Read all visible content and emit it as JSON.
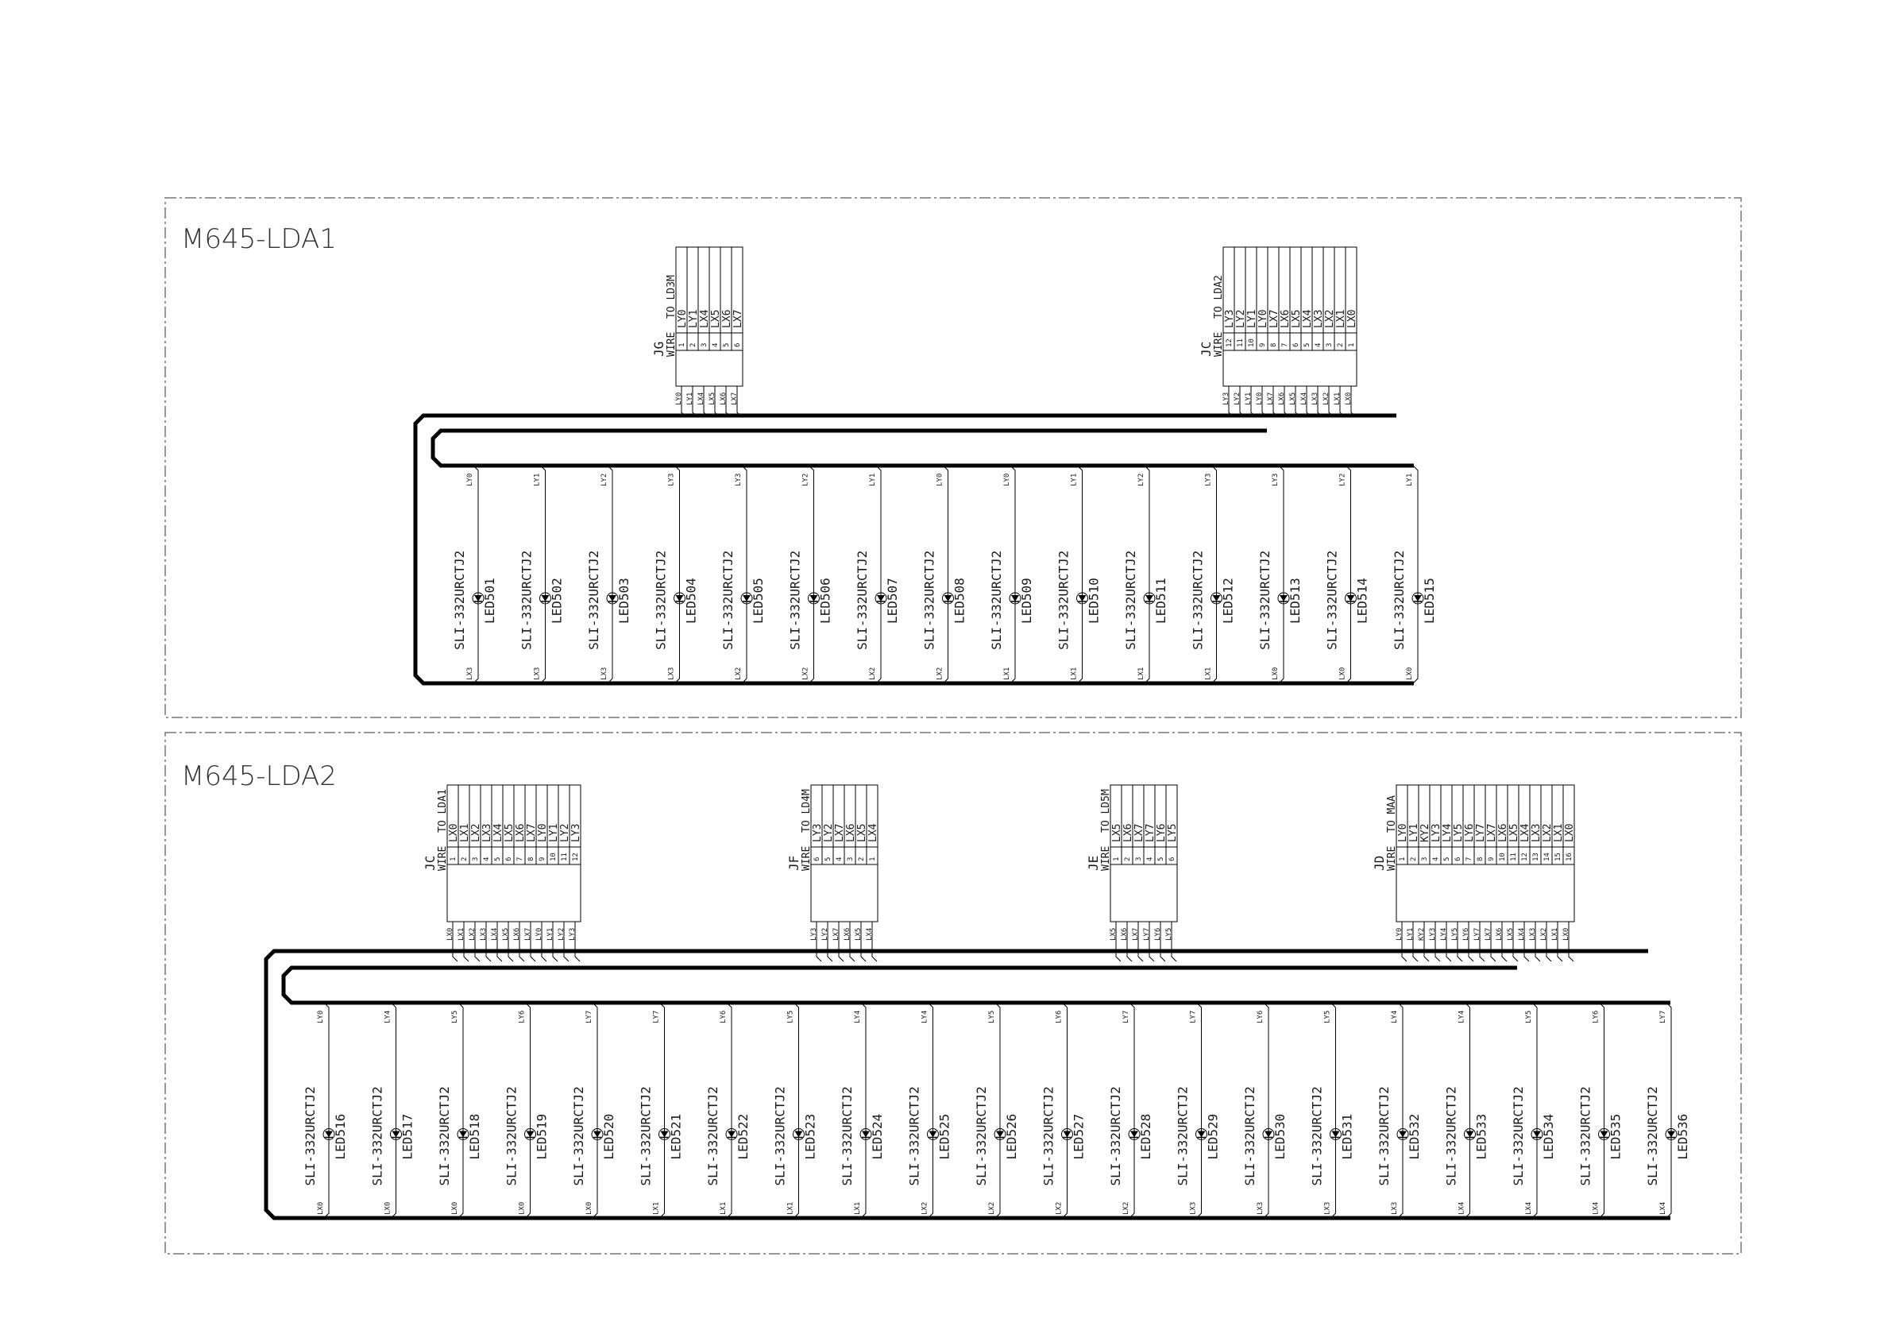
{
  "sections": [
    {
      "title": "M645-LDA1",
      "connectors": [
        {
          "ref": "JG",
          "type": "WIRE",
          "dest": "TO LD3M",
          "rows": [
            {
              "n": "1",
              "s": "LY0"
            },
            {
              "n": "2",
              "s": "LY1"
            },
            {
              "n": "3",
              "s": "LX4"
            },
            {
              "n": "4",
              "s": "LX5"
            },
            {
              "n": "5",
              "s": "LX6"
            },
            {
              "n": "6",
              "s": "LX7"
            }
          ]
        },
        {
          "ref": "JC",
          "type": "WIRE",
          "dest": "TO LDA2",
          "rows": [
            {
              "n": "12",
              "s": "LY3"
            },
            {
              "n": "11",
              "s": "LY2"
            },
            {
              "n": "10",
              "s": "LY1"
            },
            {
              "n": "9",
              "s": "LY0"
            },
            {
              "n": "8",
              "s": "LX7"
            },
            {
              "n": "7",
              "s": "LX6"
            },
            {
              "n": "6",
              "s": "LX5"
            },
            {
              "n": "5",
              "s": "LX4"
            },
            {
              "n": "4",
              "s": "LX3"
            },
            {
              "n": "3",
              "s": "LX2"
            },
            {
              "n": "2",
              "s": "LX1"
            },
            {
              "n": "1",
              "s": "LX0"
            }
          ]
        }
      ],
      "leds": [
        {
          "ref": "LED501",
          "part": "SLI-332URCTJ2",
          "top": "LY0",
          "bot": "LX3"
        },
        {
          "ref": "LED502",
          "part": "SLI-332URCTJ2",
          "top": "LY1",
          "bot": "LX3"
        },
        {
          "ref": "LED503",
          "part": "SLI-332URCTJ2",
          "top": "LY2",
          "bot": "LX3"
        },
        {
          "ref": "LED504",
          "part": "SLI-332URCTJ2",
          "top": "LY3",
          "bot": "LX3"
        },
        {
          "ref": "LED505",
          "part": "SLI-332URCTJ2",
          "top": "LY3",
          "bot": "LX2"
        },
        {
          "ref": "LED506",
          "part": "SLI-332URCTJ2",
          "top": "LY2",
          "bot": "LX2"
        },
        {
          "ref": "LED507",
          "part": "SLI-332URCTJ2",
          "top": "LY1",
          "bot": "LX2"
        },
        {
          "ref": "LED508",
          "part": "SLI-332URCTJ2",
          "top": "LY0",
          "bot": "LX2"
        },
        {
          "ref": "LED509",
          "part": "SLI-332URCTJ2",
          "top": "LY0",
          "bot": "LX1"
        },
        {
          "ref": "LED510",
          "part": "SLI-332URCTJ2",
          "top": "LY1",
          "bot": "LX1"
        },
        {
          "ref": "LED511",
          "part": "SLI-332URCTJ2",
          "top": "LY2",
          "bot": "LX1"
        },
        {
          "ref": "LED512",
          "part": "SLI-332URCTJ2",
          "top": "LY3",
          "bot": "LX1"
        },
        {
          "ref": "LED513",
          "part": "SLI-332URCTJ2",
          "top": "LY3",
          "bot": "LX0"
        },
        {
          "ref": "LED514",
          "part": "SLI-332URCTJ2",
          "top": "LY2",
          "bot": "LX0"
        },
        {
          "ref": "LED515",
          "part": "SLI-332URCTJ2",
          "top": "LY1",
          "bot": "LX0"
        }
      ]
    },
    {
      "title": "M645-LDA2",
      "connectors": [
        {
          "ref": "JC",
          "type": "WIRE",
          "dest": "TO LDA1",
          "rows": [
            {
              "n": "1",
              "s": "LX0"
            },
            {
              "n": "2",
              "s": "LX1"
            },
            {
              "n": "3",
              "s": "LX2"
            },
            {
              "n": "4",
              "s": "LX3"
            },
            {
              "n": "5",
              "s": "LX4"
            },
            {
              "n": "6",
              "s": "LX5"
            },
            {
              "n": "7",
              "s": "LX6"
            },
            {
              "n": "8",
              "s": "LX7"
            },
            {
              "n": "9",
              "s": "LY0"
            },
            {
              "n": "10",
              "s": "LY1"
            },
            {
              "n": "11",
              "s": "LY2"
            },
            {
              "n": "12",
              "s": "LY3"
            }
          ]
        },
        {
          "ref": "JF",
          "type": "WIRE",
          "dest": "TO LD4M",
          "rows": [
            {
              "n": "6",
              "s": "LY3"
            },
            {
              "n": "5",
              "s": "LY2"
            },
            {
              "n": "4",
              "s": "LX7"
            },
            {
              "n": "3",
              "s": "LX6"
            },
            {
              "n": "2",
              "s": "LX5"
            },
            {
              "n": "1",
              "s": "LX4"
            }
          ]
        },
        {
          "ref": "JE",
          "type": "WIRE",
          "dest": "TO LD5M",
          "rows": [
            {
              "n": "1",
              "s": "LX5"
            },
            {
              "n": "2",
              "s": "LX6"
            },
            {
              "n": "3",
              "s": "LX7"
            },
            {
              "n": "4",
              "s": "LY7"
            },
            {
              "n": "5",
              "s": "LY6"
            },
            {
              "n": "6",
              "s": "LY5"
            }
          ]
        },
        {
          "ref": "JD",
          "type": "WIRE",
          "dest": "TO MAA",
          "rows": [
            {
              "n": "1",
              "s": "LY0"
            },
            {
              "n": "2",
              "s": "LY1"
            },
            {
              "n": "3",
              "s": "KY2"
            },
            {
              "n": "4",
              "s": "LY3"
            },
            {
              "n": "5",
              "s": "LY4"
            },
            {
              "n": "6",
              "s": "LY5"
            },
            {
              "n": "7",
              "s": "LY6"
            },
            {
              "n": "8",
              "s": "LY7"
            },
            {
              "n": "9",
              "s": "LX7"
            },
            {
              "n": "10",
              "s": "LX6"
            },
            {
              "n": "11",
              "s": "LX5"
            },
            {
              "n": "12",
              "s": "LX4"
            },
            {
              "n": "13",
              "s": "LX3"
            },
            {
              "n": "14",
              "s": "LX2"
            },
            {
              "n": "15",
              "s": "LX1"
            },
            {
              "n": "16",
              "s": "LX0"
            }
          ]
        }
      ],
      "leds": [
        {
          "ref": "LED516",
          "part": "SLI-332URCTJ2",
          "top": "LY0",
          "bot": "LX0"
        },
        {
          "ref": "LED517",
          "part": "SLI-332URCTJ2",
          "top": "LY4",
          "bot": "LX0"
        },
        {
          "ref": "LED518",
          "part": "SLI-332URCTJ2",
          "top": "LY5",
          "bot": "LX0"
        },
        {
          "ref": "LED519",
          "part": "SLI-332URCTJ2",
          "top": "LY6",
          "bot": "LX0"
        },
        {
          "ref": "LED520",
          "part": "SLI-332URCTJ2",
          "top": "LY7",
          "bot": "LX0"
        },
        {
          "ref": "LED521",
          "part": "SLI-332URCTJ2",
          "top": "LY7",
          "bot": "LX1"
        },
        {
          "ref": "LED522",
          "part": "SLI-332URCTJ2",
          "top": "LY6",
          "bot": "LX1"
        },
        {
          "ref": "LED523",
          "part": "SLI-332URCTJ2",
          "top": "LY5",
          "bot": "LX1"
        },
        {
          "ref": "LED524",
          "part": "SLI-332URCTJ2",
          "top": "LY4",
          "bot": "LX1"
        },
        {
          "ref": "LED525",
          "part": "SLI-332URCTJ2",
          "top": "LY4",
          "bot": "LX2"
        },
        {
          "ref": "LED526",
          "part": "SLI-332URCTJ2",
          "top": "LY5",
          "bot": "LX2"
        },
        {
          "ref": "LED527",
          "part": "SLI-332URCTJ2",
          "top": "LY6",
          "bot": "LX2"
        },
        {
          "ref": "LED528",
          "part": "SLI-332URCTJ2",
          "top": "LY7",
          "bot": "LX2"
        },
        {
          "ref": "LED529",
          "part": "SLI-332URCTJ2",
          "top": "LY7",
          "bot": "LX3"
        },
        {
          "ref": "LED530",
          "part": "SLI-332URCTJ2",
          "top": "LY6",
          "bot": "LX3"
        },
        {
          "ref": "LED531",
          "part": "SLI-332URCTJ2",
          "top": "LY5",
          "bot": "LX3"
        },
        {
          "ref": "LED532",
          "part": "SLI-332URCTJ2",
          "top": "LY4",
          "bot": "LX3"
        },
        {
          "ref": "LED533",
          "part": "SLI-332URCTJ2",
          "top": "LY4",
          "bot": "LX4"
        },
        {
          "ref": "LED534",
          "part": "SLI-332URCTJ2",
          "top": "LY5",
          "bot": "LX4"
        },
        {
          "ref": "LED535",
          "part": "SLI-332URCTJ2",
          "top": "LY6",
          "bot": "LX4"
        },
        {
          "ref": "LED536",
          "part": "SLI-332URCTJ2",
          "top": "LY7",
          "bot": "LX4"
        }
      ]
    }
  ]
}
